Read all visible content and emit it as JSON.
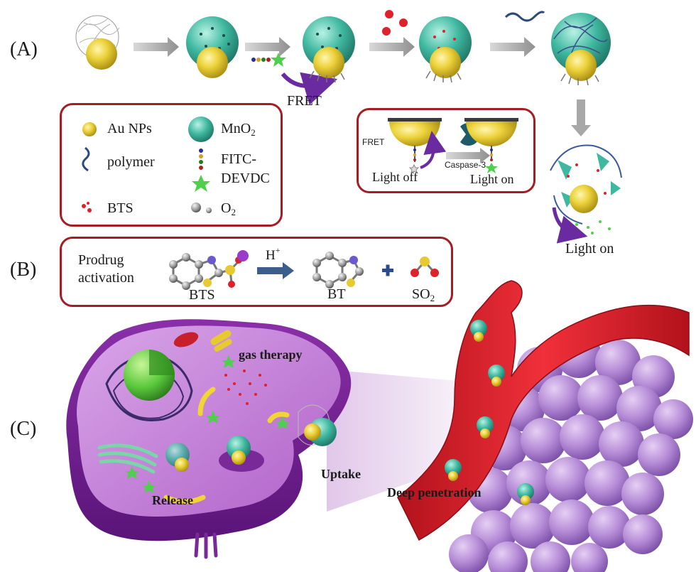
{
  "panels": {
    "a": "(A)",
    "b": "(B)",
    "c": "(C)"
  },
  "panel_a": {
    "fret": "FRET",
    "light_on": "Light on",
    "legend": {
      "au": "Au NPs",
      "mno2_main": "MnO",
      "mno2_sub": "2",
      "polymer": "polymer",
      "fitc_1": "FITC-",
      "fitc_2": "DEVDC",
      "bts": "BTS",
      "o2_main": "O",
      "o2_sub": "2"
    },
    "inset": {
      "fret": "FRET",
      "caspase": "Caspase-3",
      "light_off": "Light off",
      "light_on": "Light on"
    }
  },
  "panel_b": {
    "prodrug_1": "Prodrug",
    "prodrug_2": "activation",
    "h_main": "H",
    "h_sup": "+",
    "bts": "BTS",
    "bt": "BT",
    "so2_main": "SO",
    "so2_sub": "2"
  },
  "panel_c": {
    "gas_therapy": "gas therapy",
    "uptake": "Uptake",
    "release": "Release",
    "deep_penetration": "Deep penetration"
  },
  "colors": {
    "frame": "#a51d23",
    "gold": "#e8c930",
    "mno2": "#3fb8a0",
    "cell": "#b061c9",
    "vessel": "#e0202a",
    "tumor": "#b48ad6",
    "arrow_purple": "#6a2aa0"
  }
}
